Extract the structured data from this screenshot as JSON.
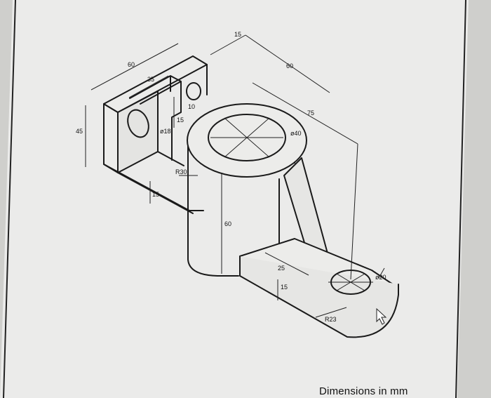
{
  "drawing": {
    "caption": "Dimensions in mm",
    "dimensions": {
      "d15_top": "15",
      "d60_top": "60",
      "d35": "35",
      "d60_right": "60",
      "d75": "75",
      "d45": "45",
      "d10": "10",
      "d15_slot": "15",
      "dia18": "ø18",
      "dia40": "ø40",
      "r30": "R30",
      "d15_left": "15",
      "d60_center": "60",
      "d25": "25",
      "d15_base": "15",
      "dia20": "ø20",
      "r23": "R23"
    }
  },
  "colors": {
    "paper": "#ebebea",
    "line": "#1a1a1a",
    "background": "#cfcfcc"
  }
}
